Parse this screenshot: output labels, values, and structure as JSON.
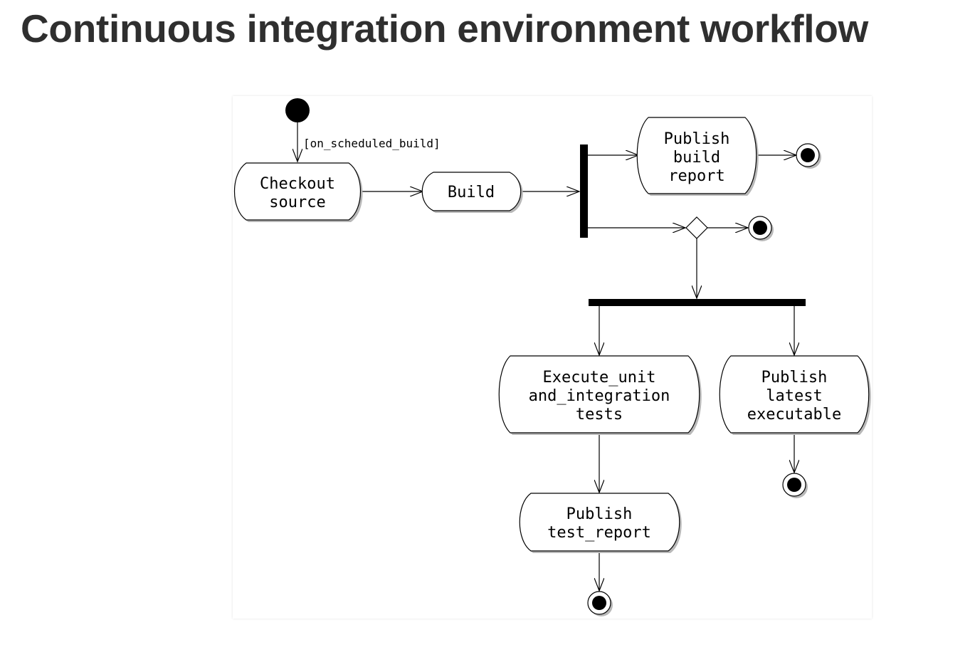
{
  "page": {
    "title": "Continuous integration environment workflow"
  },
  "diagram": {
    "guard_label": "[on_scheduled_build]",
    "nodes": {
      "checkout_source": [
        "Checkout",
        "source"
      ],
      "build": [
        "Build"
      ],
      "publish_build_report": [
        "Publish",
        "build",
        "report"
      ],
      "execute_tests": [
        "Execute_unit",
        "and_integration",
        "tests"
      ],
      "publish_latest_executable": [
        "Publish",
        "latest",
        "executable"
      ],
      "publish_test_report": [
        "Publish",
        "test_report"
      ]
    }
  }
}
